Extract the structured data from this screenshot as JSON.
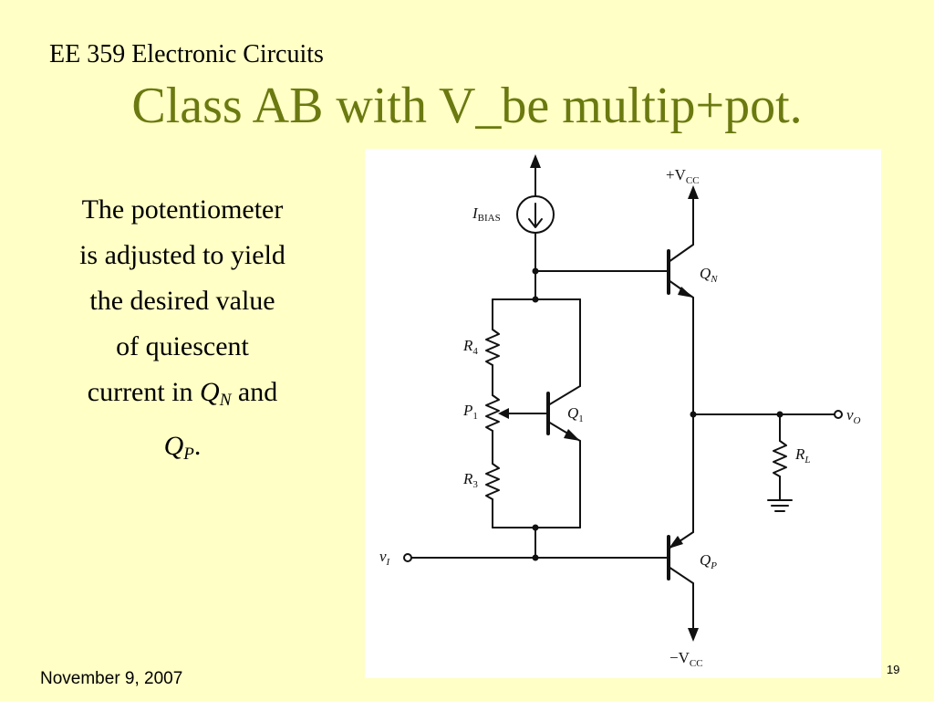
{
  "header": {
    "course": "EE 359 Electronic Circuits",
    "title": "Class AB with V_be multip+pot."
  },
  "body": {
    "line1": "The potentiometer",
    "line2": "is adjusted to yield",
    "line3": "the desired value",
    "line4": "of quiescent",
    "line5_pre": "current in ",
    "qn_main": "Q",
    "qn_sub": "N",
    "line5_post": " and",
    "qp_main": "Q",
    "qp_sub": "P",
    "line6_post": "."
  },
  "circuit": {
    "vcc_pos": "+V",
    "vcc_pos_sub": "CC",
    "vcc_neg": "−V",
    "vcc_neg_sub": "CC",
    "ibias": "I",
    "ibias_sub": "BIAS",
    "qn": "Q",
    "qn_sub": "N",
    "qp": "Q",
    "qp_sub": "P",
    "q1": "Q",
    "q1_sub": "1",
    "r4": "R",
    "r4_sub": "4",
    "p1": "P",
    "p1_sub": "1",
    "r3": "R",
    "r3_sub": "3",
    "rl": "R",
    "rl_sub": "L",
    "vi": "v",
    "vi_sub": "I",
    "vo": "v",
    "vo_sub": "O",
    "vo_color": "#2aa3d8"
  },
  "footer": {
    "date": "November 9, 2007",
    "page": "19"
  }
}
